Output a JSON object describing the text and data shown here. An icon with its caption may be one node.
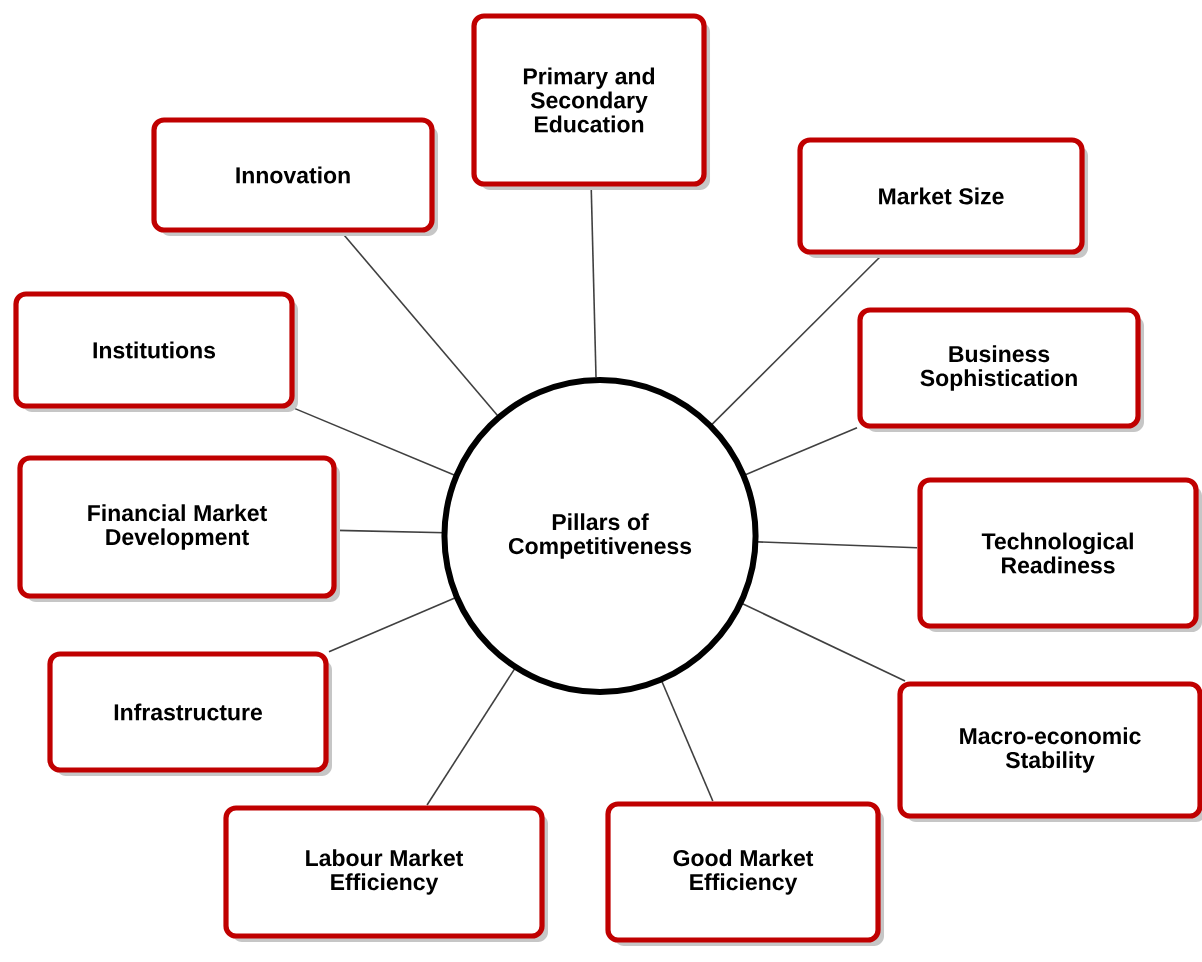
{
  "diagram": {
    "nodes": [
      {
        "text": [
          "Pillars of Competitiveness"
        ]
      },
      {
        "text": [
          "Primary and Secondary Education"
        ]
      },
      {
        "text": [
          "Innovation"
        ]
      },
      {
        "text": [
          "Market Size"
        ]
      },
      {
        "text": [
          "Institutions"
        ]
      },
      {
        "text": [
          "Business Sophistication"
        ]
      },
      {
        "text": [
          "Financial Market Development"
        ]
      },
      {
        "text": [
          "Technological Readiness"
        ]
      },
      {
        "text": [
          "Infrastructure"
        ]
      },
      {
        "text": [
          "Macro-economic Stability"
        ]
      },
      {
        "text": [
          "Labour Market Efficiency"
        ]
      },
      {
        "text": [
          "Good Market Efficiency"
        ]
      }
    ],
    "edges": [
      {
        "from": 0,
        "to": 1,
        "arrow": "none"
      },
      {
        "from": 0,
        "to": 2,
        "arrow": "none"
      },
      {
        "from": 0,
        "to": 3,
        "arrow": "none"
      },
      {
        "from": 0,
        "to": 4,
        "arrow": "none"
      },
      {
        "from": 0,
        "to": 5,
        "arrow": "none"
      },
      {
        "from": 0,
        "to": 6,
        "arrow": "none"
      },
      {
        "from": 0,
        "to": 7,
        "arrow": "none"
      },
      {
        "from": 0,
        "to": 8,
        "arrow": "none"
      },
      {
        "from": 0,
        "to": 9,
        "arrow": "none"
      },
      {
        "from": 0,
        "to": 10,
        "arrow": "none"
      },
      {
        "from": 0,
        "to": 11,
        "arrow": "none"
      }
    ]
  }
}
